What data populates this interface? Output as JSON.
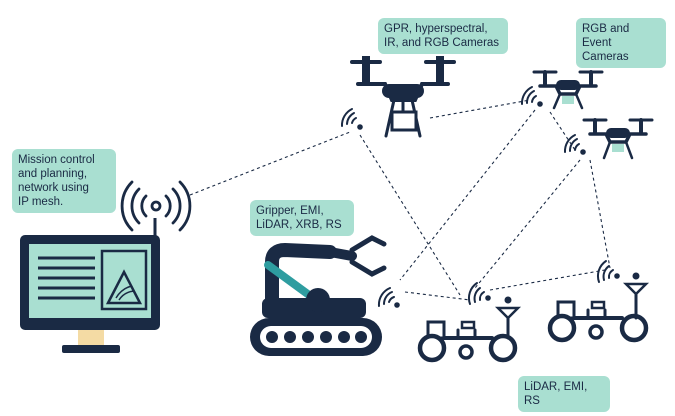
{
  "labels": {
    "mission": [
      "Mission control",
      "and planning,",
      "network using",
      "IP mesh."
    ],
    "gripper": [
      "Gripper, EMI,",
      "LiDAR, XRB, RS"
    ],
    "gpr": [
      "GPR, hyperspectral,",
      "IR, and RGB Cameras"
    ],
    "rgb_event": [
      "RGB and Event",
      "Cameras"
    ],
    "lidar": [
      "LiDAR, EMI, RS"
    ]
  },
  "colors": {
    "navy": "#1a2a44",
    "teal": "#2e9da0",
    "label_bg": "#a9dfd1",
    "accent_yellow": "#f4dba4"
  },
  "icons": [
    "computer-monitor-icon",
    "antenna-icon",
    "wifi-signal-icon",
    "drone-icon",
    "robotic-arm-tank-icon",
    "rover-icon"
  ]
}
